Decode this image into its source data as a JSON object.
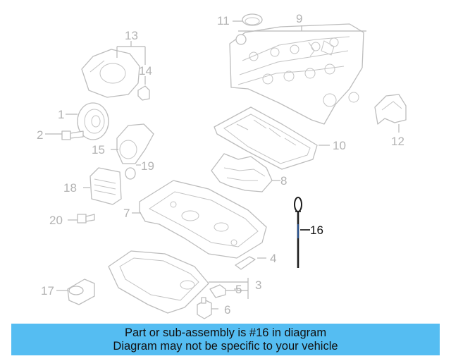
{
  "diagram": {
    "callouts": [
      "1",
      "2",
      "3",
      "4",
      "5",
      "6",
      "7",
      "8",
      "9",
      "10",
      "11",
      "12",
      "13",
      "14",
      "15",
      "16",
      "17",
      "18",
      "19",
      "20"
    ],
    "highlighted": "16",
    "colors": {
      "part_line": "#bdbdbd",
      "callout_text": "#b3b3b3",
      "highlight": "#111111"
    }
  },
  "banner": {
    "line1": "Part or sub-assembly is #16 in diagram",
    "line2": "Diagram may not be specific to your vehicle",
    "background": "#55bdf2"
  }
}
